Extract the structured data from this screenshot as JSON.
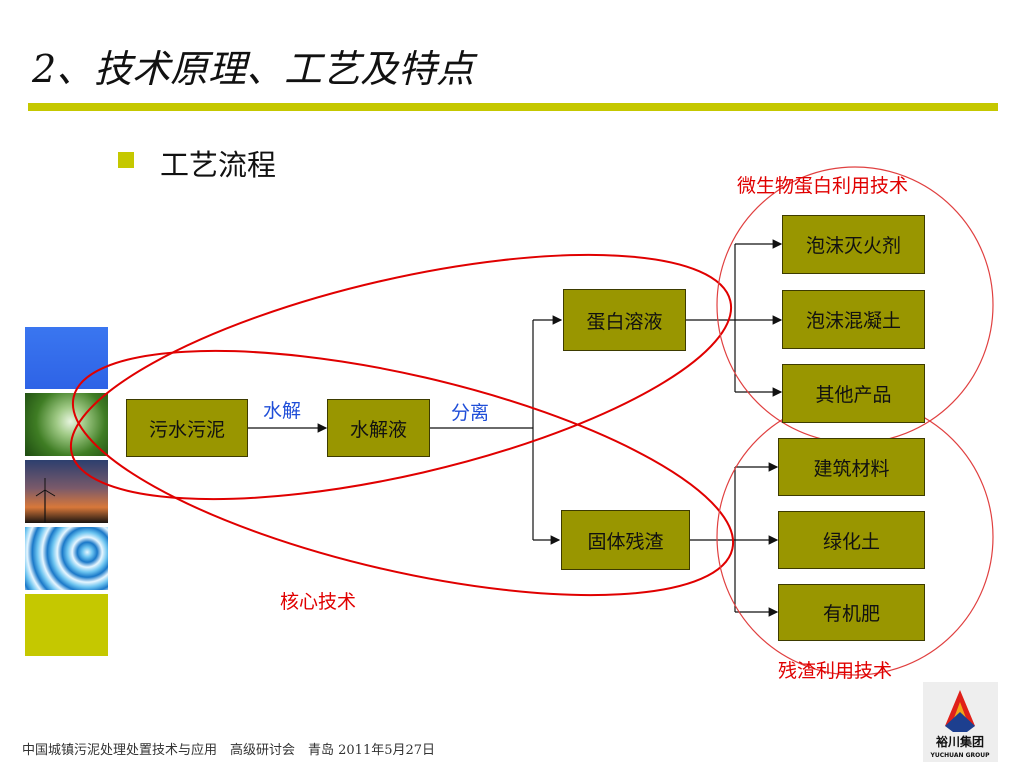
{
  "title": "2、技术原理、工艺及特点",
  "bullet": "工艺流程",
  "diagram": {
    "source": "污水污泥",
    "hydrolysate": "水解液",
    "protein_solution": "蛋白溶液",
    "solid_residue": "固体残渣",
    "protein_products": [
      "泡沫灭火剂",
      "泡沫混凝土",
      "其他产品"
    ],
    "residue_products": [
      "建筑材料",
      "绿化土",
      "有机肥"
    ],
    "edge_hydrolysis": "水解",
    "edge_separation": "分离",
    "label_core": "核心技术",
    "label_protein_tech": "微生物蛋白利用技术",
    "label_residue_tech": "残渣利用技术"
  },
  "footer": "中国城镇污泥处理处置技术与应用　高级研讨会　青岛  2011年5月27日",
  "logo": {
    "cn": "裕川集团",
    "en": "YUCHUAN GROUP"
  },
  "colors": {
    "accent": "#c5c800",
    "box_fill": "#999600",
    "highlight_red": "#e00000",
    "edge_label_blue": "#1f4ed8"
  }
}
